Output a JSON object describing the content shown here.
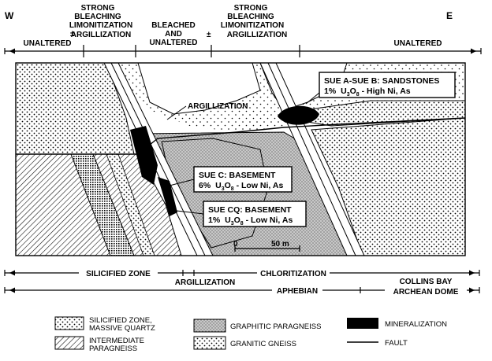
{
  "compass": {
    "west": "W",
    "east": "E"
  },
  "top_zones": {
    "unaltered_left": "UNALTERED",
    "pm_left": "±",
    "strong_left": [
      "STRONG",
      "BLEACHING",
      "LIMONITIZATION",
      "ARGILLIZATION"
    ],
    "bleached": [
      "BLEACHED",
      "AND",
      "UNALTERED"
    ],
    "strong_right": [
      "STRONG",
      "BLEACHING",
      "LIMONITIZATION"
    ],
    "pm_right": "±",
    "argillization_right": "ARGILLIZATION",
    "unaltered_right": "UNALTERED"
  },
  "section": {
    "argillization_label": "ARGILLIZATION",
    "sue_ab": {
      "line1": "SUE A-SUE B: SANDSTONES",
      "grade": "1%",
      "formula": "U",
      "sub1": "3",
      "mid": "O",
      "sub2": "8",
      "tail": " - High Ni, As"
    },
    "sue_c": {
      "line1": "SUE C: BASEMENT",
      "grade": "6%",
      "formula": "U",
      "sub1": "3",
      "mid": "O",
      "sub2": "8",
      "tail": " - Low Ni, As"
    },
    "sue_cq": {
      "line1": "SUE CQ: BASEMENT",
      "grade": "1%",
      "formula": "U",
      "sub1": "3",
      "mid": "O",
      "sub2": "8",
      "tail": " - Low Ni, As"
    },
    "scale_zero": "0",
    "scale_label": "50 m"
  },
  "bottom_zones": {
    "silicified": "SILICIFIED ZONE",
    "argillization": "ARGILLIZATION",
    "chloritization": "CHLORITIZATION",
    "aphebian": "APHEBIAN",
    "collins_1": "COLLINS BAY",
    "collins_2": "ARCHEAN DOME"
  },
  "legend": {
    "silicified_1": "SILICIFIED ZONE,",
    "silicified_2": "MASSIVE QUARTZ",
    "intermediate_1": "INTERMEDIATE",
    "intermediate_2": "PARAGNEISS",
    "graphitic": "GRAPHITIC PARAGNEISS",
    "granitic": "GRANITIC GNEISS",
    "mineralization": "MINERALIZATION",
    "fault": "FAULT"
  }
}
